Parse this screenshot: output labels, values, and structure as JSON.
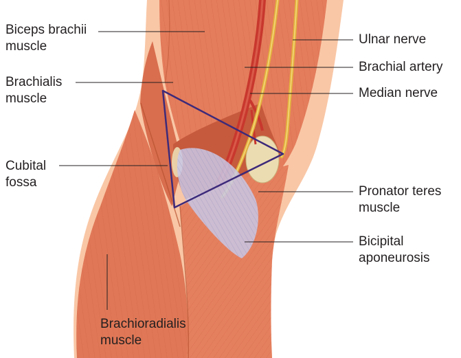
{
  "figure": {
    "labels": {
      "biceps_brachii": [
        "Biceps brachii",
        "muscle"
      ],
      "brachialis": [
        "Brachialis",
        "muscle"
      ],
      "cubital_fossa": [
        "Cubital",
        "fossa"
      ],
      "brachioradialis": [
        "Brachioradialis",
        "muscle"
      ],
      "ulnar_nerve": [
        "Ulnar nerve"
      ],
      "brachial_artery": [
        "Brachial artery"
      ],
      "median_nerve": [
        "Median nerve"
      ],
      "pronator_teres": [
        "Pronator teres",
        "muscle"
      ],
      "bicipital_aponeurosis": [
        "Bicipital",
        "aponeurosis"
      ]
    },
    "colors": {
      "skin": "#f9c7a6",
      "muscle": "#e47d5c",
      "muscle_dark": "#c65a3c",
      "muscle_light": "#f0a384",
      "nerve": "#e3b23c",
      "artery": "#c8372d",
      "aponeurosis": "#c9c8e6",
      "bone": "#ecdcb2",
      "triangle": "#3d2a7a",
      "leader": "#231f20"
    }
  }
}
